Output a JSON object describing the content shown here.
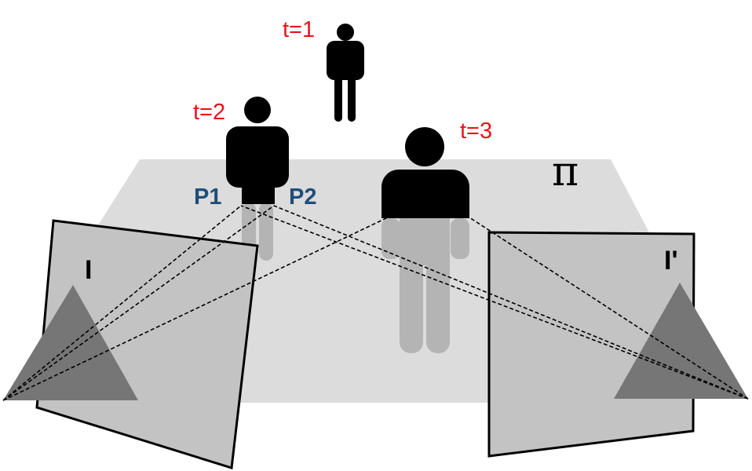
{
  "labels": {
    "time_1": "t=1",
    "time_2": "t=2",
    "time_3": "t=3",
    "point_1": "P1",
    "point_2": "P2",
    "plane": "π",
    "image_left": "I",
    "image_right": "I'"
  },
  "colors": {
    "time_label": "#e8141a",
    "point_label": "#1f4e79",
    "plane_fill": "#dcdcdc",
    "camera_fill": "#767676",
    "image_fill": "#c3c3c3",
    "person_fill": "#000000",
    "shadow_fill": "#b4b4b4"
  }
}
